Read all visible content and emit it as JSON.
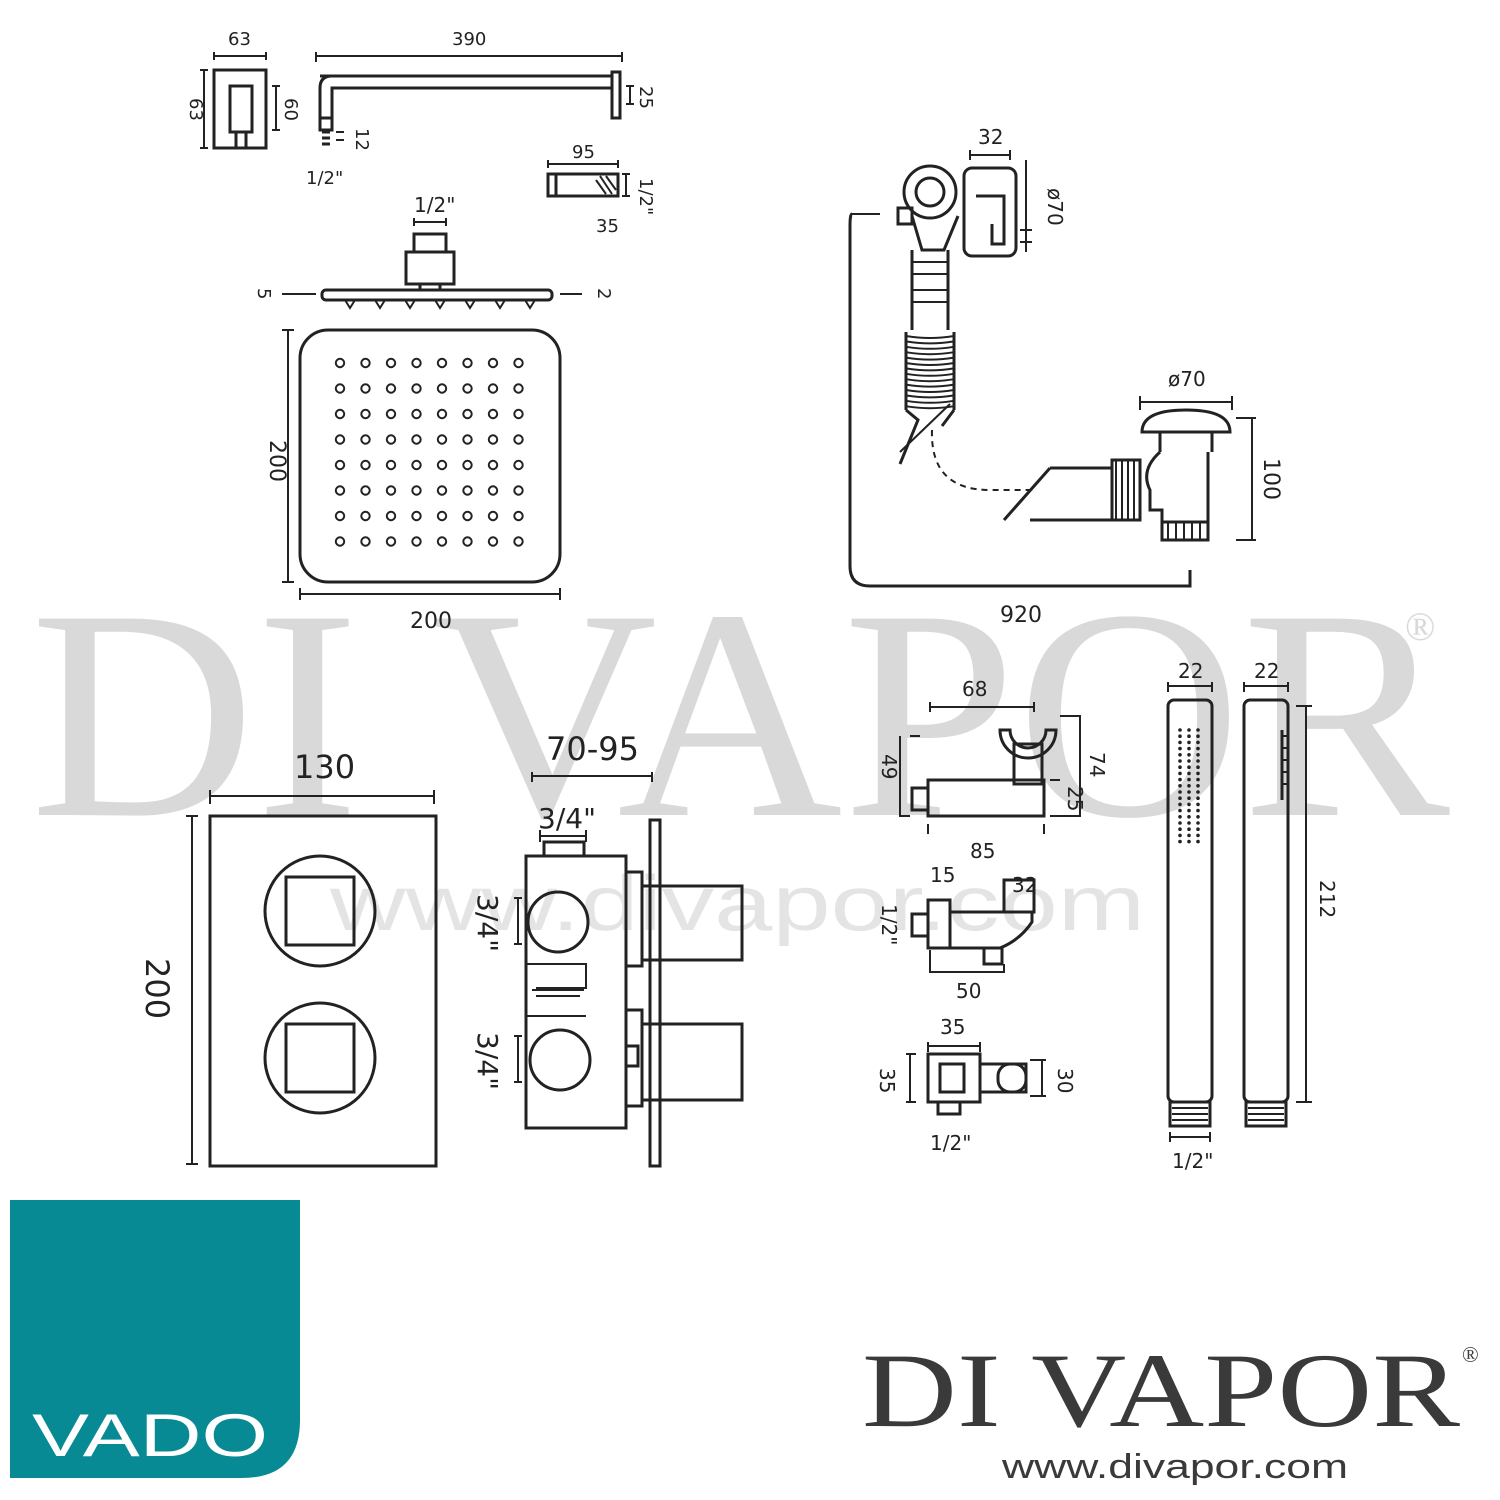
{
  "watermark": {
    "brand": "DI VAPOR",
    "reg": "®",
    "url": "www.divapor.com"
  },
  "logo_vado": {
    "text": "VADO",
    "bg_color": "#078a94"
  },
  "logo_divapor": {
    "brand": "DI VAPOR",
    "reg": "®",
    "url": "www.divapor.com",
    "color": "#3a3a3a"
  },
  "wall_elbow": {
    "w": "63",
    "h": "63",
    "depth": "60"
  },
  "shower_arm": {
    "length": "390",
    "drop": "25",
    "thread_len": "12",
    "thread": "1/2\""
  },
  "ceiling_arm": {
    "length": "95",
    "thread": "1/2\"",
    "dia": "35"
  },
  "shower_head": {
    "inlet": "1/2\"",
    "edge_left": "5",
    "edge_right": "2",
    "height": "200",
    "width": "200"
  },
  "bath_filler": {
    "top_w": "32",
    "outlet_dia": "ø70",
    "waste_dia": "ø70",
    "waste_h": "100",
    "hose_len": "920"
  },
  "valve": {
    "width": "130",
    "height": "200",
    "depth": "70-95",
    "inlet": "3/4\"",
    "outlet1": "3/4\"",
    "outlet2": "3/4\""
  },
  "holder": {
    "width": "68",
    "h1": "49",
    "h2": "74",
    "h3": "25",
    "depth": "85"
  },
  "outlet_bracket": {
    "a": "15",
    "b": "32",
    "thread": "1/2\"",
    "length": "50"
  },
  "outlet_elbow": {
    "w": "35",
    "h": "35",
    "h2": "30",
    "thread": "1/2\""
  },
  "handset": {
    "w1": "22",
    "w2": "22",
    "length": "212",
    "thread": "1/2\""
  }
}
